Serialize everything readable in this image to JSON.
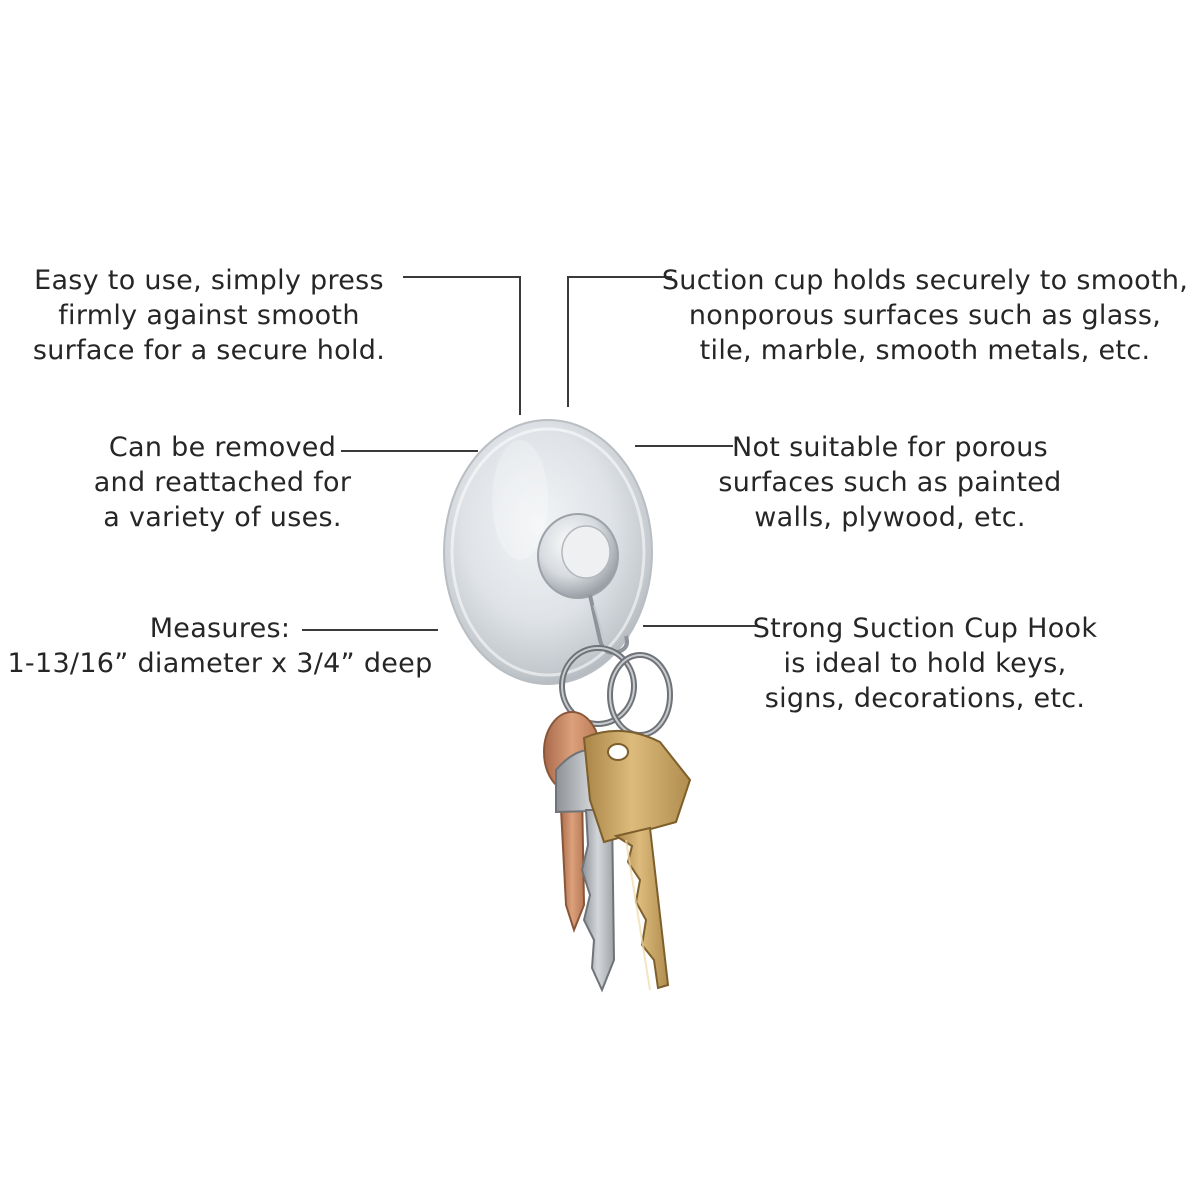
{
  "callouts": {
    "top_left": {
      "lines": [
        "Easy to use, simply press",
        "firmly against smooth",
        "surface for a secure hold."
      ]
    },
    "mid_left": {
      "lines": [
        "Can be removed",
        "and reattached for",
        "a variety of uses."
      ]
    },
    "bottom_left": {
      "lines": [
        "Measures:",
        "1-13/16” diameter x 3/4” deep"
      ]
    },
    "top_right": {
      "lines": [
        "Suction cup holds securely to smooth,",
        "nonporous surfaces such as glass,",
        "tile, marble, smooth metals, etc."
      ]
    },
    "mid_right": {
      "lines": [
        "Not suitable for porous",
        "surfaces such as painted",
        "walls, plywood, etc."
      ]
    },
    "bottom_right": {
      "lines": [
        "Strong Suction Cup Hook",
        "is ideal to hold keys,",
        "signs, decorations, etc."
      ]
    }
  },
  "illustration": {
    "subject": "suction-cup-hook-with-keys",
    "colors": {
      "leader_line": "#3a3a3a",
      "cup": "#d4d8dc",
      "brass_key": "#c9a463",
      "silver_key": "#b9bcbf",
      "copper_key": "#c98a62"
    }
  }
}
